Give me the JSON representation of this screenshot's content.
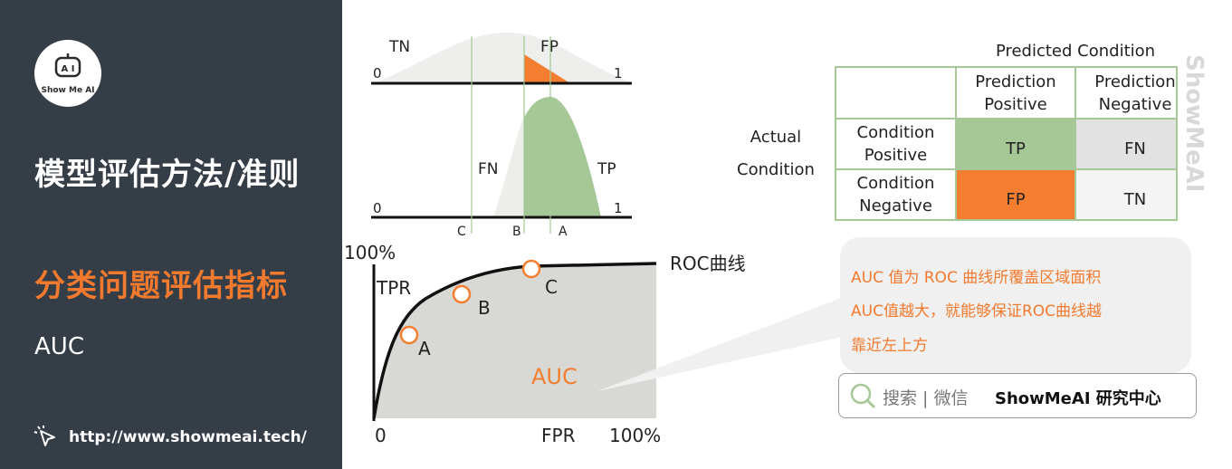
{
  "sidebar": {
    "logo_text": "Show Me AI",
    "section_title": "模型评估方法/准则",
    "topic_title": "分类问题评估指标",
    "sub_title": "AUC",
    "url": "http://www.showmeai.tech/"
  },
  "dist": {
    "top_tn": "TN",
    "top_fp": "FP",
    "top_zero": "0",
    "top_one": "1",
    "bottom_fn": "FN",
    "bottom_tp": "TP",
    "bottom_zero": "0",
    "bottom_one": "1",
    "thr_c": "C",
    "thr_b": "B",
    "thr_a": "A"
  },
  "roc": {
    "y_max": "100%",
    "y_label": "TPR",
    "x_min": "0",
    "x_label": "FPR",
    "x_max": "100%",
    "curve_label": "ROC曲线",
    "area_label": "AUC",
    "points": [
      "A",
      "B",
      "C"
    ]
  },
  "matrix": {
    "predicted_header": "Predicted Condition",
    "actual_line1": "Actual",
    "actual_line2": "Condition",
    "pp1": "Prediction",
    "pp2": "Positive",
    "pn1": "Prediction",
    "pn2": "Negative",
    "cp1": "Condition",
    "cp2": "Positive",
    "cn1": "Condition",
    "cn2": "Negative",
    "tp": "TP",
    "fn": "FN",
    "fp": "FP",
    "tn": "TN",
    "colors": {
      "tp": "#a6c796",
      "fp": "#f47e30",
      "fn": "#e2e2e2",
      "tn": "#f4f4f4"
    }
  },
  "callout": {
    "line1": "AUC 值为 ROC 曲线所覆盖区域面积",
    "line2": "AUC值越大，就能够保证ROC曲线越",
    "line3": "靠近左上方"
  },
  "search": {
    "text": "搜索 | 微信",
    "brand": "ShowMeAI 研究中心"
  },
  "watermark": "ShowMeAI",
  "colors": {
    "accent": "#f27a2e",
    "sidebar": "#353d47",
    "green": "#a6c796",
    "gray": "#d8d8d4"
  }
}
